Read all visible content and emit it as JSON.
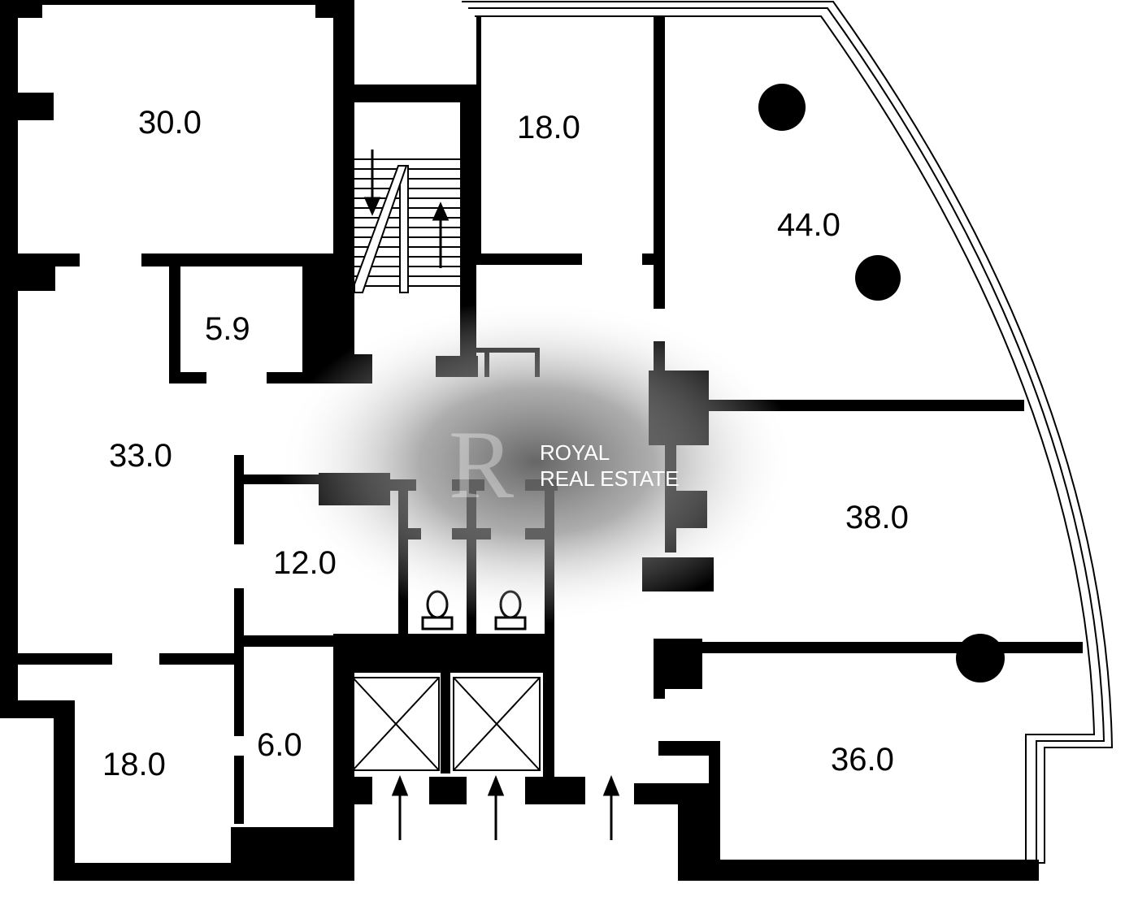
{
  "rooms": [
    {
      "id": "r1",
      "area": "30.0"
    },
    {
      "id": "r2",
      "area": "18.0"
    },
    {
      "id": "r3",
      "area": "44.0"
    },
    {
      "id": "r4",
      "area": "5.9"
    },
    {
      "id": "r5",
      "area": "33.0"
    },
    {
      "id": "r6",
      "area": "38.0"
    },
    {
      "id": "r7",
      "area": "12.0"
    },
    {
      "id": "r8",
      "area": "6.0"
    },
    {
      "id": "r9",
      "area": "18.0"
    },
    {
      "id": "r10",
      "area": "36.0"
    }
  ],
  "watermark": {
    "line1": "ROYAL",
    "line2": "REAL ESTATE"
  },
  "colors": {
    "wall": "#000000",
    "background": "#ffffff",
    "watermark_glow": "#8a8a8a"
  }
}
